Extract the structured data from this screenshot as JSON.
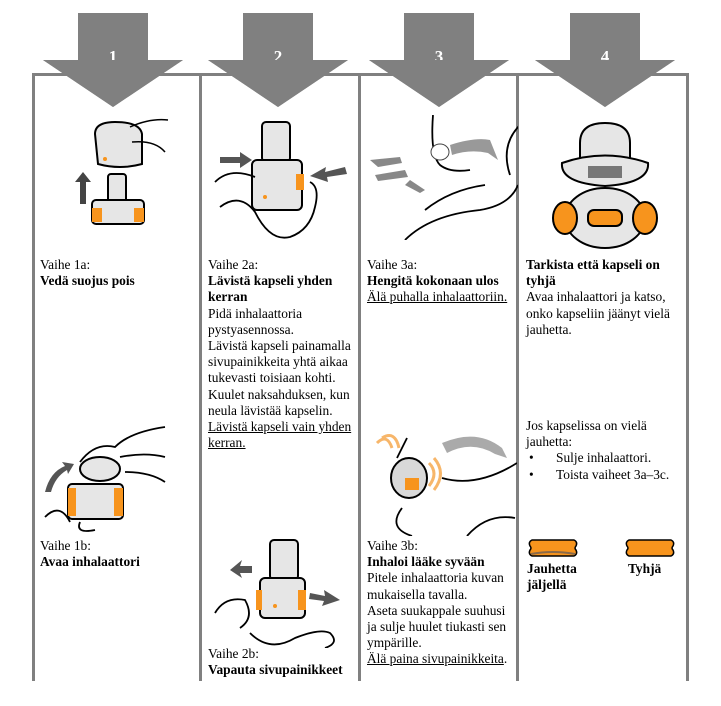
{
  "steps": [
    {
      "number": "1"
    },
    {
      "number": "2"
    },
    {
      "number": "3"
    },
    {
      "number": "4"
    }
  ],
  "col1": {
    "a_label": "Vaihe 1a:",
    "a_title": "Vedä suojus pois",
    "b_label": "Vaihe 1b:",
    "b_title": "Avaa inhalaattori"
  },
  "col2": {
    "a_label": "Vaihe 2a:",
    "a_title": "Lävistä kapseli yhden kerran",
    "a_lines": [
      "Pidä inhalaattoria pystyasennossa.",
      "Lävistä kapseli painamalla sivupainikkeita yhtä aikaa tukevasti toisiaan kohti.",
      "Kuulet naksahduksen, kun neula lävistää kapselin."
    ],
    "a_warning": "Lävistä kapseli vain yhden kerran.",
    "b_label": "Vaihe 2b:",
    "b_title": "Vapauta sivupainikkeet"
  },
  "col3": {
    "a_label": "Vaihe 3a:",
    "a_title": "Hengitä kokonaan ulos",
    "a_warning": "Älä puhalla inhalaattoriin.",
    "b_label": "Vaihe 3b:",
    "b_title": "Inhaloi lääke syvään",
    "b_lines": [
      "Pitele inhalaattoria kuvan mukaisella tavalla.",
      "Aseta suukappale suuhusi ja sulje huulet tiukasti sen ympärille."
    ],
    "b_warning": "Älä paina sivupainikkeita",
    "b_warning_end": "."
  },
  "col4": {
    "title": "Tarkista että kapseli on tyhjä",
    "text": "Avaa inhalaattori ja katso, onko kapseliin jäänyt vielä jauhetta.",
    "if_text": "Jos kapselissa on vielä jauhetta:",
    "bullets": [
      "Sulje inhalaattori.",
      "Toista vaiheet 3a–3c."
    ],
    "capsule_left_label": "Jauhetta jäljellä",
    "capsule_right_label": "Tyhjä"
  },
  "colors": {
    "frame": "#808080",
    "accent_orange": "#f7941d",
    "arrow_text": "#ffffff"
  }
}
